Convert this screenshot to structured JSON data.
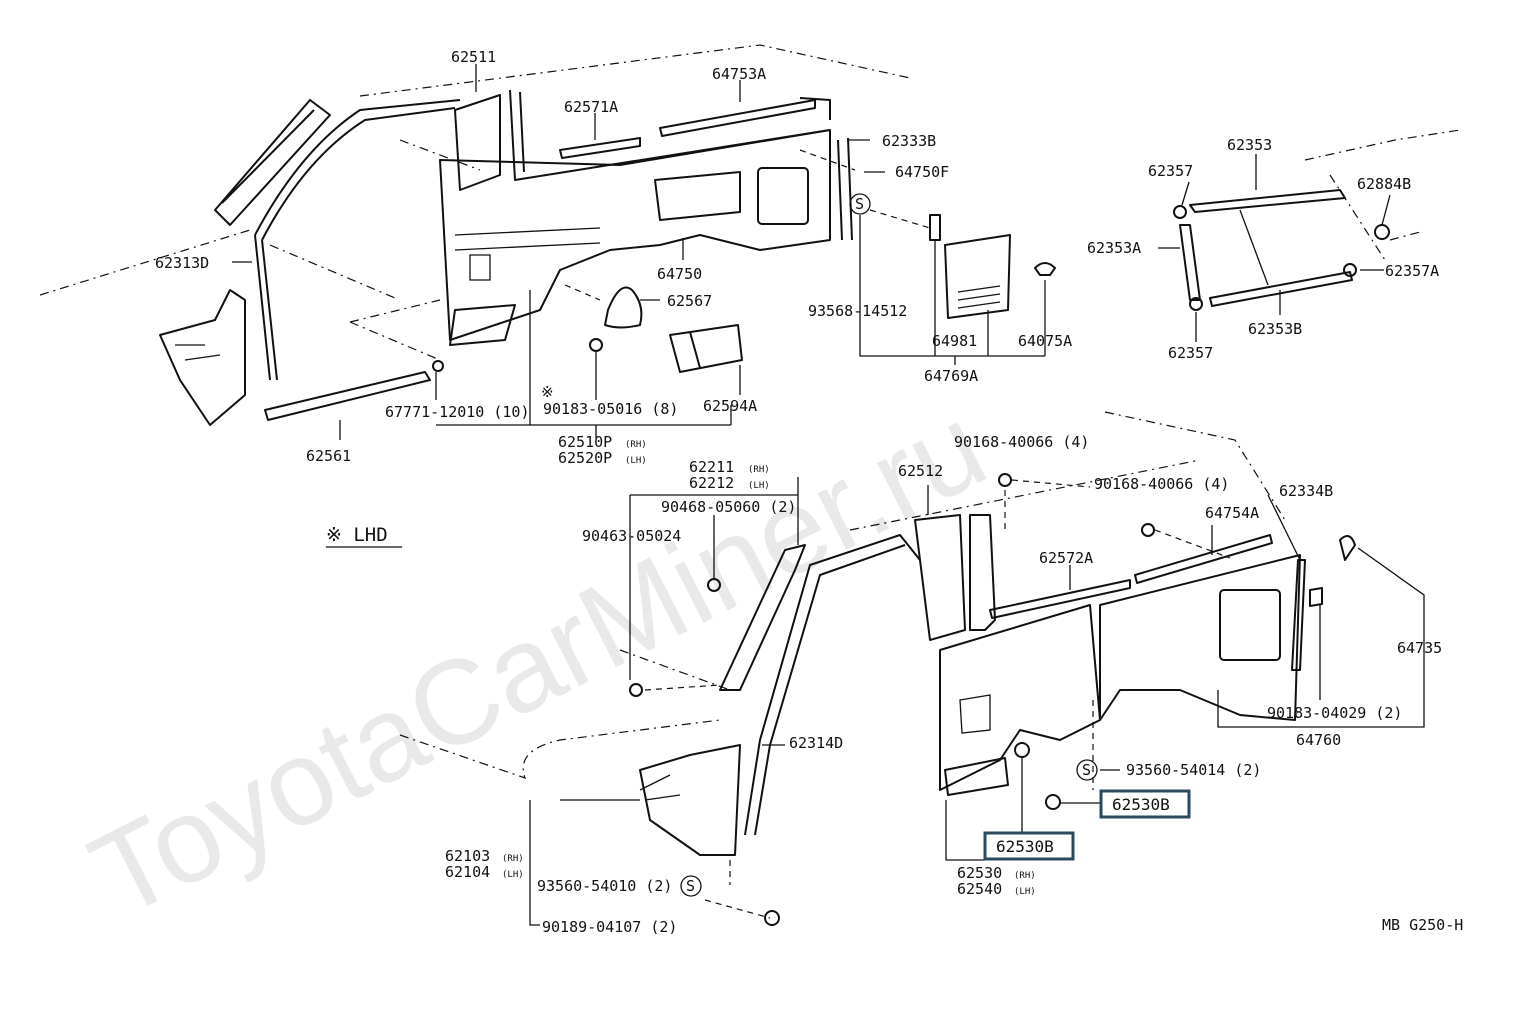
{
  "watermark": "ToyotaCarMiner.ru",
  "diagram_code": "MB G250-H",
  "lhd_note": "※ LHD",
  "labels": {
    "p62511": "62511",
    "p64753a": "64753A",
    "p62571a": "62571A",
    "p62333b": "62333B",
    "p64750f": "64750F",
    "p62313d": "62313D",
    "p64750": "64750",
    "p62567": "62567",
    "p93568": "93568-14512",
    "p64981": "64981",
    "p64075a": "64075A",
    "p64769a": "64769A",
    "p67771": "67771-12010 (10)",
    "p90183_05016": "90183-05016 (8)",
    "p62594a": "62594A",
    "p62510p": "62510P",
    "p62520p": "62520P",
    "p62561": "62561",
    "p62357_top": "62357",
    "p62353": "62353",
    "p62884b": "62884B",
    "p62353a": "62353A",
    "p62357a": "62357A",
    "p62357_bot": "62357",
    "p62353b": "62353B",
    "p90168_a": "90168-40066 (4)",
    "p90168_b": "90168-40066 (4)",
    "p62512": "62512",
    "p62211": "62211",
    "p62212": "62212",
    "p90468": "90468-05060 (2)",
    "p90463": "90463-05024",
    "p62334b": "62334B",
    "p64754a": "64754A",
    "p62572a": "62572A",
    "p64735": "64735",
    "p62314d": "62314D",
    "p90183_04029": "90183-04029 (2)",
    "p64760": "64760",
    "p93560_54014": "93560-54014 (2)",
    "p62530b_right": "62530B",
    "p62530b_bottom": "62530B",
    "p62530": "62530",
    "p62540": "62540",
    "p62103": "62103",
    "p62104": "62104",
    "p93560_54010": "93560-54010 (2)",
    "p90189": "90189-04107 (2)",
    "rh": "(RH)",
    "lh": "(LH)",
    "s_mark": "S",
    "kome": "※"
  },
  "colors": {
    "ink": "#111111",
    "highlight_border": "#2c4a5e",
    "watermark": "#e9e9e9"
  }
}
